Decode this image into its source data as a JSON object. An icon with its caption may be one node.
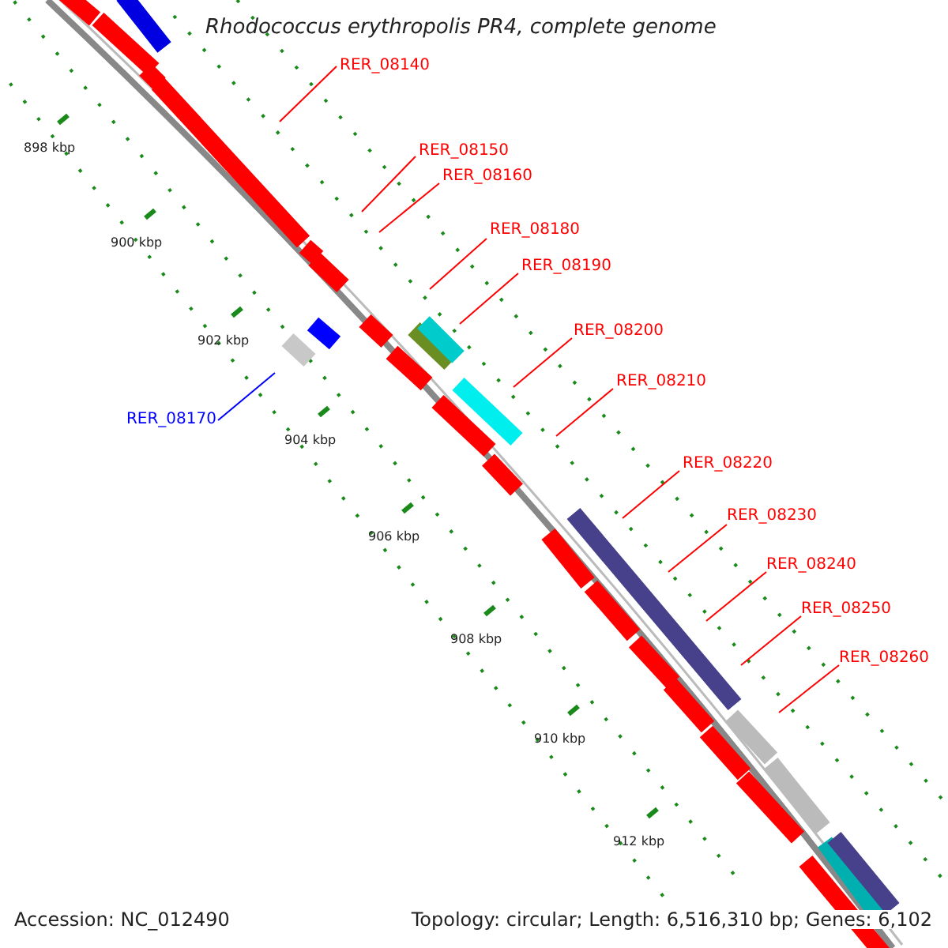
{
  "diagram": {
    "title": "Rhodococcus erythropolis PR4, complete genome",
    "nodes": [
      {
        "text": [
          "RER_08140"
        ]
      },
      {
        "text": [
          "RER_08150"
        ]
      },
      {
        "text": [
          "RER_08160"
        ]
      },
      {
        "text": [
          "RER_08180"
        ]
      },
      {
        "text": [
          "RER_08190"
        ]
      },
      {
        "text": [
          "RER_08200"
        ]
      },
      {
        "text": [
          "RER_08210"
        ]
      },
      {
        "text": [
          "RER_08170"
        ]
      },
      {
        "text": [
          "RER_08220"
        ]
      },
      {
        "text": [
          "RER_08230"
        ]
      },
      {
        "text": [
          "RER_08240"
        ]
      },
      {
        "text": [
          "RER_08250"
        ]
      },
      {
        "text": [
          "RER_08260"
        ]
      }
    ],
    "edges": [
      {
        "from": 0,
        "to": null,
        "arrow": "none"
      },
      {
        "from": 1,
        "to": null,
        "arrow": "none"
      },
      {
        "from": 2,
        "to": null,
        "arrow": "none"
      },
      {
        "from": 3,
        "to": null,
        "arrow": "none"
      },
      {
        "from": 4,
        "to": null,
        "arrow": "none"
      },
      {
        "from": 5,
        "to": null,
        "arrow": "none"
      },
      {
        "from": 6,
        "to": null,
        "arrow": "none"
      },
      {
        "from": 7,
        "to": null,
        "arrow": "none",
        "color": "#0000ff"
      },
      {
        "from": 8,
        "to": null,
        "arrow": "none"
      },
      {
        "from": 9,
        "to": null,
        "arrow": "none"
      },
      {
        "from": 10,
        "to": null,
        "arrow": "none"
      },
      {
        "from": 11,
        "to": null,
        "arrow": "none"
      },
      {
        "from": 12,
        "to": null,
        "arrow": "none"
      }
    ],
    "labels": [
      "898 kbp",
      "900 kbp",
      "902 kbp",
      "904 kbp",
      "906 kbp",
      "908 kbp",
      "910 kbp",
      "912 kbp",
      "Accession: NC_012490",
      "Topology: circular; Length: 6,516,310 bp; Genes: 6,102"
    ]
  }
}
